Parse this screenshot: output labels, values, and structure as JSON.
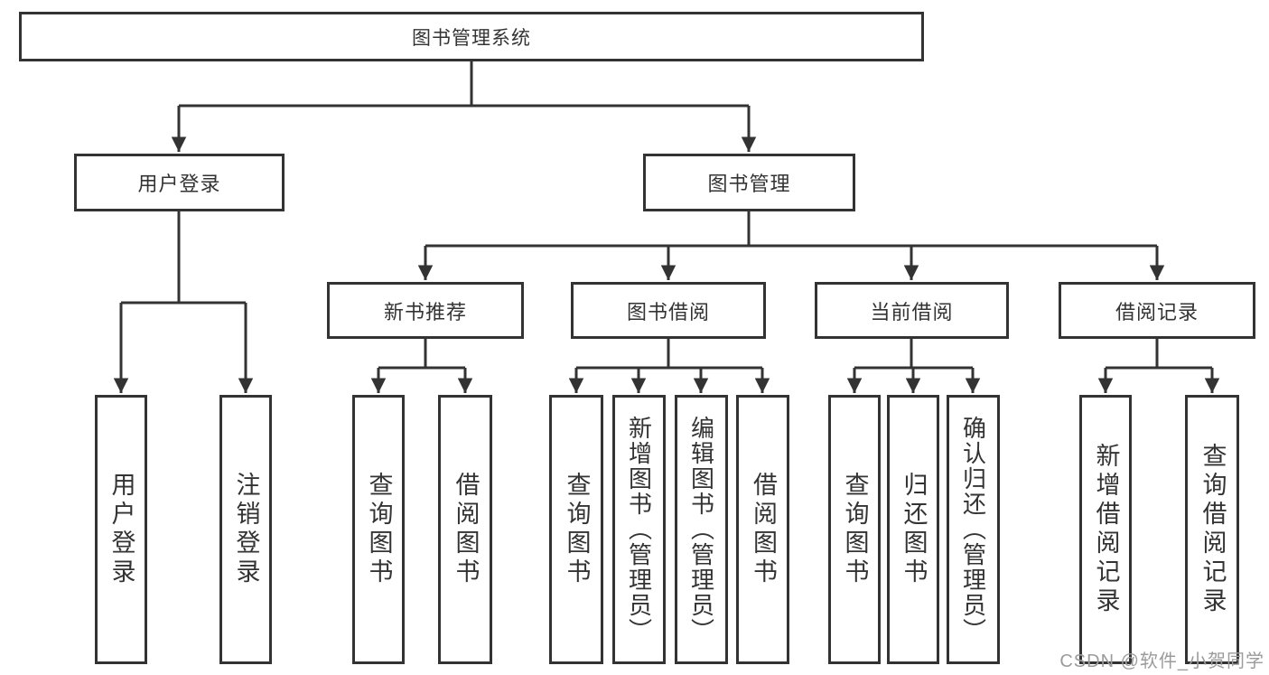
{
  "diagram": {
    "root": {
      "label": "图书管理系统"
    },
    "level2": [
      {
        "id": "user-login",
        "label": "用户登录"
      },
      {
        "id": "book-management",
        "label": "图书管理"
      }
    ],
    "level3": [
      {
        "id": "new-book-recommend",
        "label": "新书推荐"
      },
      {
        "id": "book-borrowing",
        "label": "图书借阅"
      },
      {
        "id": "current-borrowing",
        "label": "当前借阅"
      },
      {
        "id": "borrowing-records",
        "label": "借阅记录"
      }
    ],
    "leaves": [
      {
        "id": "user-login",
        "label": "用户登录",
        "parent": "用户登录"
      },
      {
        "id": "logout",
        "label": "注销登录",
        "parent": "用户登录"
      },
      {
        "id": "query-books-1",
        "label": "查询图书",
        "parent": "新书推荐"
      },
      {
        "id": "borrow-books-1",
        "label": "借阅图书",
        "parent": "新书推荐"
      },
      {
        "id": "query-books-2",
        "label": "查询图书",
        "parent": "图书借阅"
      },
      {
        "id": "add-book-admin",
        "label": "新增图书（管理员）",
        "parent": "图书借阅"
      },
      {
        "id": "edit-book-admin",
        "label": "编辑图书（管理员）",
        "parent": "图书借阅"
      },
      {
        "id": "borrow-books-2",
        "label": "借阅图书",
        "parent": "图书借阅"
      },
      {
        "id": "query-books-3",
        "label": "查询图书",
        "parent": "当前借阅"
      },
      {
        "id": "return-books",
        "label": "归还图书",
        "parent": "当前借阅"
      },
      {
        "id": "confirm-return-admin",
        "label": "确认归还（管理员）",
        "parent": "当前借阅"
      },
      {
        "id": "add-borrow-record",
        "label": "新增借阅记录",
        "parent": "借阅记录"
      },
      {
        "id": "query-borrow-record",
        "label": "查询借阅记录",
        "parent": "借阅记录"
      }
    ]
  },
  "watermark": {
    "text": "CSDN @软件_小贺同学"
  },
  "colors": {
    "line": "#333333",
    "box_border": "#333333",
    "text": "#333333",
    "watermark_text": "#9b9b9b",
    "background": "#ffffff"
  }
}
